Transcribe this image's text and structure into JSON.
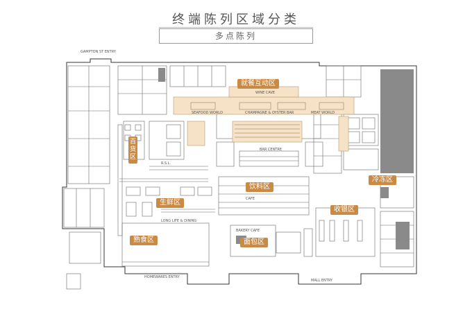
{
  "header": {
    "title": "终端陈列区域分类",
    "subtitle": "多点陈列"
  },
  "zones": {
    "dining": "就餐互动区",
    "grocery": "百货区",
    "fresh": "生鲜区",
    "cooked": "熟食区",
    "beverage": "饮料区",
    "frozen": "冷冻区",
    "checkout": "收银区",
    "bakery": "面包区"
  },
  "labels": {
    "top_entry": "GAMPTON ST ENTRY",
    "bottom_entry_left": "HOMEWARES ENTRY",
    "bottom_entry_right": "MALL ENTRY",
    "seafood": "SEAFOOD WORLD",
    "champagne": "CHAMPAGNE & OYSTER BAR",
    "meat": "MEAT WORLD",
    "wine": "WINE CAVE",
    "rsl": "R.S.L.",
    "cafe": "CAFE",
    "long_life": "LONG LIFE & DINING",
    "bakery_cafe": "BAKERY CAFE",
    "bar_centre": "BAR CENTRE"
  },
  "colors": {
    "accent": "#c98a45",
    "highlight_zone": "#f6e3c7",
    "dark_zone": "#8a8a8a",
    "line": "#333333"
  }
}
